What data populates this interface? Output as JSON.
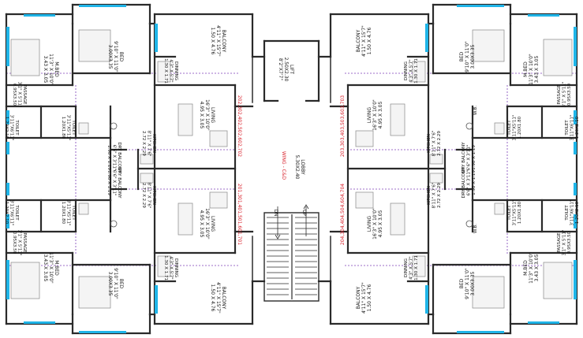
{
  "rooms": {
    "bed": {
      "name": "BED",
      "dim_ft": "9'10\" X 11'0\"",
      "dim_m": "3.00X3.35"
    },
    "mbed": {
      "name": "M.BED",
      "dim_ft": "11'3\" X 10'0\"",
      "dim_m": "3.43 X 3.05"
    },
    "balcony": {
      "name": "BALCONY",
      "dim_ft": "4'11\" X 15'7\"",
      "dim_m": "1.50 X 4.76"
    },
    "dinning": {
      "name": "DINNING",
      "dim_ft": "4'3\" X 5'7\"",
      "dim_m": "1.30 X 1.71"
    },
    "passage": {
      "name": "PASSAGE",
      "dim_ft": "3'1\" X 5'11\"",
      "dim_m": "0.95X3.50"
    },
    "toilet": {
      "name": "TOILET",
      "dim_ft": "3'11\"X6'11\"",
      "dim_m": "1.20X2.10"
    },
    "toilet_small": {
      "name": "TOILET",
      "dim_ft": "3'11\"X5'11\"",
      "dim_m": "1.20X1.80"
    },
    "dry_balcony": {
      "name": "DRY BALCONY",
      "dim_ft": "6'6\" X 3'11\"",
      "dim_m": "1.98 X 1.19"
    },
    "kitchen": {
      "name": "KITCHEN",
      "dim_ft": "8'11\" X 7'6\"",
      "dim_m": "2.72 X 2.29"
    },
    "living": {
      "name": "LIVING",
      "dim_ft": "16'3\" X 10'0\"",
      "dim_m": "4.95 X 3.05"
    },
    "wb": {
      "name": "W.B."
    },
    "lift": {
      "name": "LIFT",
      "dim_m": "2.50X2.30",
      "dim_ft": "8'2\"X7'7\""
    },
    "lobby": {
      "name": "LOBBY",
      "dim_m": "5.30X2.40"
    },
    "wing": {
      "name": "WING - C&D"
    }
  },
  "flats": {
    "top_left": "202,302,402,502,602,702",
    "bottom_left": "201,301,401,501,601,701",
    "top_right": "203,303,403,503,603,703",
    "bottom_right": "204,304,404,504,604,704"
  },
  "stairs": {
    "down": "DN",
    "up": "UP"
  },
  "colors": {
    "wall": "#2a2a2a",
    "window": "#1fb5e8",
    "flat_number": "#d8202a",
    "grid": "#7c3fb8"
  }
}
